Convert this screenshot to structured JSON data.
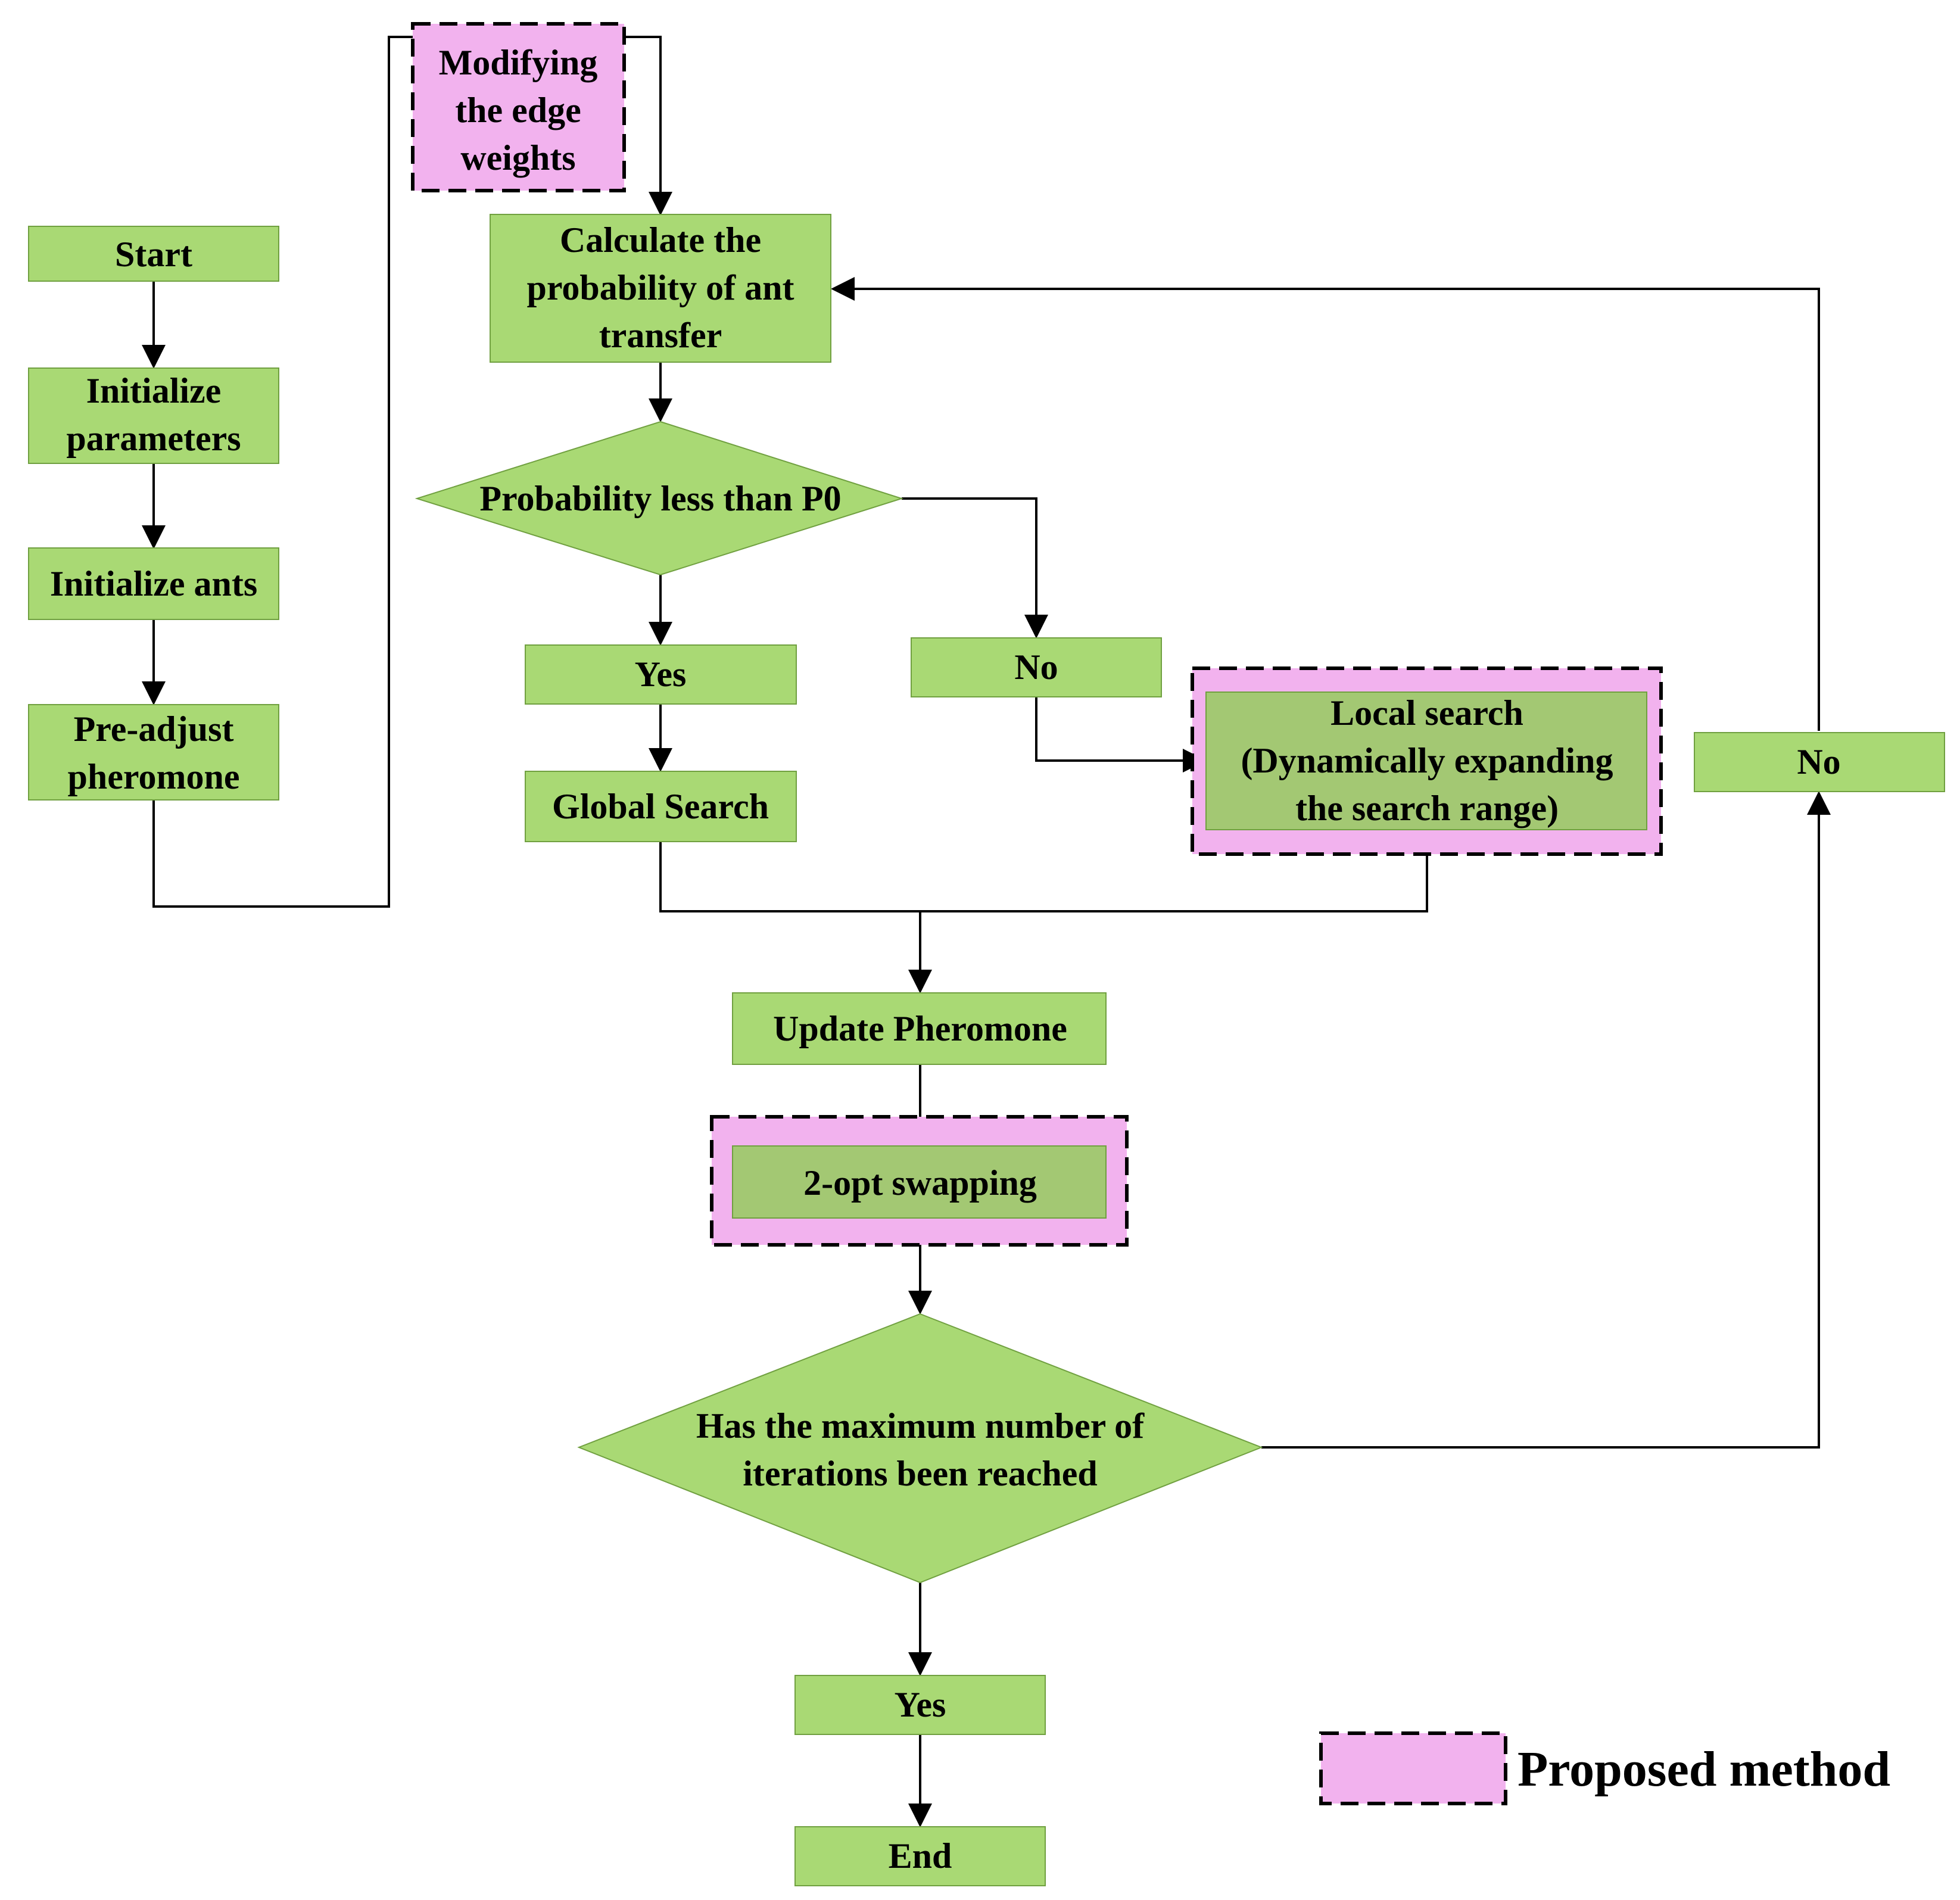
{
  "colors": {
    "node_fill": "#A9D974",
    "node_stroke": "#70A040",
    "proposed_fill": "#F2B2EE",
    "inner_fill": "#A3C873",
    "line": "#000000"
  },
  "nodes": {
    "start": "Start",
    "init_params": [
      "Initialize",
      "parameters"
    ],
    "init_ants": "Initialize ants",
    "pre_adjust": [
      "Pre-adjust",
      "pheromone"
    ],
    "modify_weights": [
      "Modifying",
      "the edge",
      "weights"
    ],
    "calc_prob": [
      "Calculate the",
      "probability of ant",
      "transfer"
    ],
    "prob_decision": "Probability less than P0",
    "yes_branch": "Yes",
    "no_branch": "No",
    "global_search": "Global Search",
    "local_search": [
      "Local search",
      "(Dynamically expanding",
      "the search range)"
    ],
    "update_pheromone": "Update Pheromone",
    "two_opt": "2-opt swapping",
    "max_iter_decision": [
      "Has the maximum number of",
      "iterations been reached"
    ],
    "loop_no": "No",
    "final_yes": "Yes",
    "end": "End"
  },
  "legend": {
    "label": "Proposed method"
  }
}
